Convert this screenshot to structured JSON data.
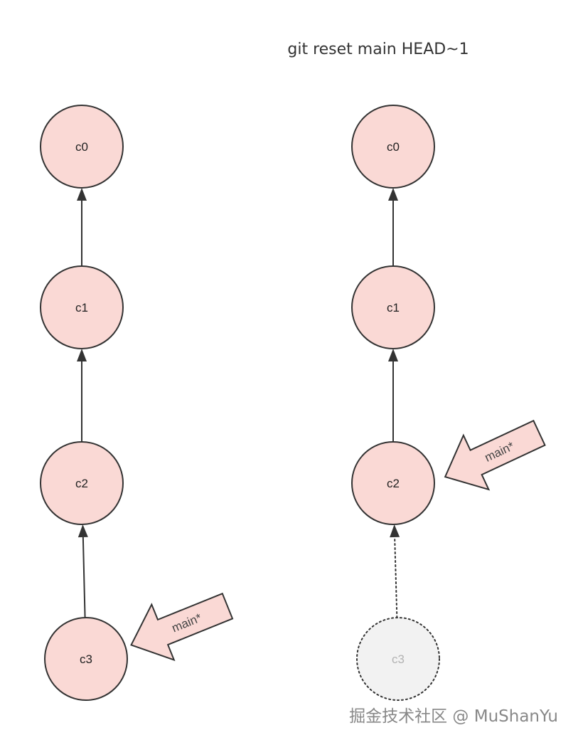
{
  "caption": "git reset main HEAD~1",
  "watermark": "掘金技术社区 @ MuShanYu",
  "colors": {
    "node_fill": "#fad9d5",
    "node_stroke": "#333333",
    "ghost_fill": "#f2f2f2",
    "ghost_stroke": "#333333",
    "edge": "#333333",
    "pointer_fill": "#fad9d5"
  },
  "before": {
    "nodes": [
      {
        "id": "c0",
        "label": "c0"
      },
      {
        "id": "c1",
        "label": "c1"
      },
      {
        "id": "c2",
        "label": "c2"
      },
      {
        "id": "c3",
        "label": "c3"
      }
    ],
    "edges": [
      {
        "from": "c1",
        "to": "c0",
        "style": "solid"
      },
      {
        "from": "c2",
        "to": "c1",
        "style": "solid"
      },
      {
        "from": "c3",
        "to": "c2",
        "style": "solid"
      }
    ],
    "pointer": {
      "label": "main*",
      "target": "c3"
    }
  },
  "after": {
    "nodes": [
      {
        "id": "c0",
        "label": "c0"
      },
      {
        "id": "c1",
        "label": "c1"
      },
      {
        "id": "c2",
        "label": "c2"
      },
      {
        "id": "c3",
        "label": "c3",
        "ghost": true
      }
    ],
    "edges": [
      {
        "from": "c1",
        "to": "c0",
        "style": "solid"
      },
      {
        "from": "c2",
        "to": "c1",
        "style": "solid"
      },
      {
        "from": "c3",
        "to": "c2",
        "style": "dotted"
      }
    ],
    "pointer": {
      "label": "main*",
      "target": "c2"
    }
  }
}
